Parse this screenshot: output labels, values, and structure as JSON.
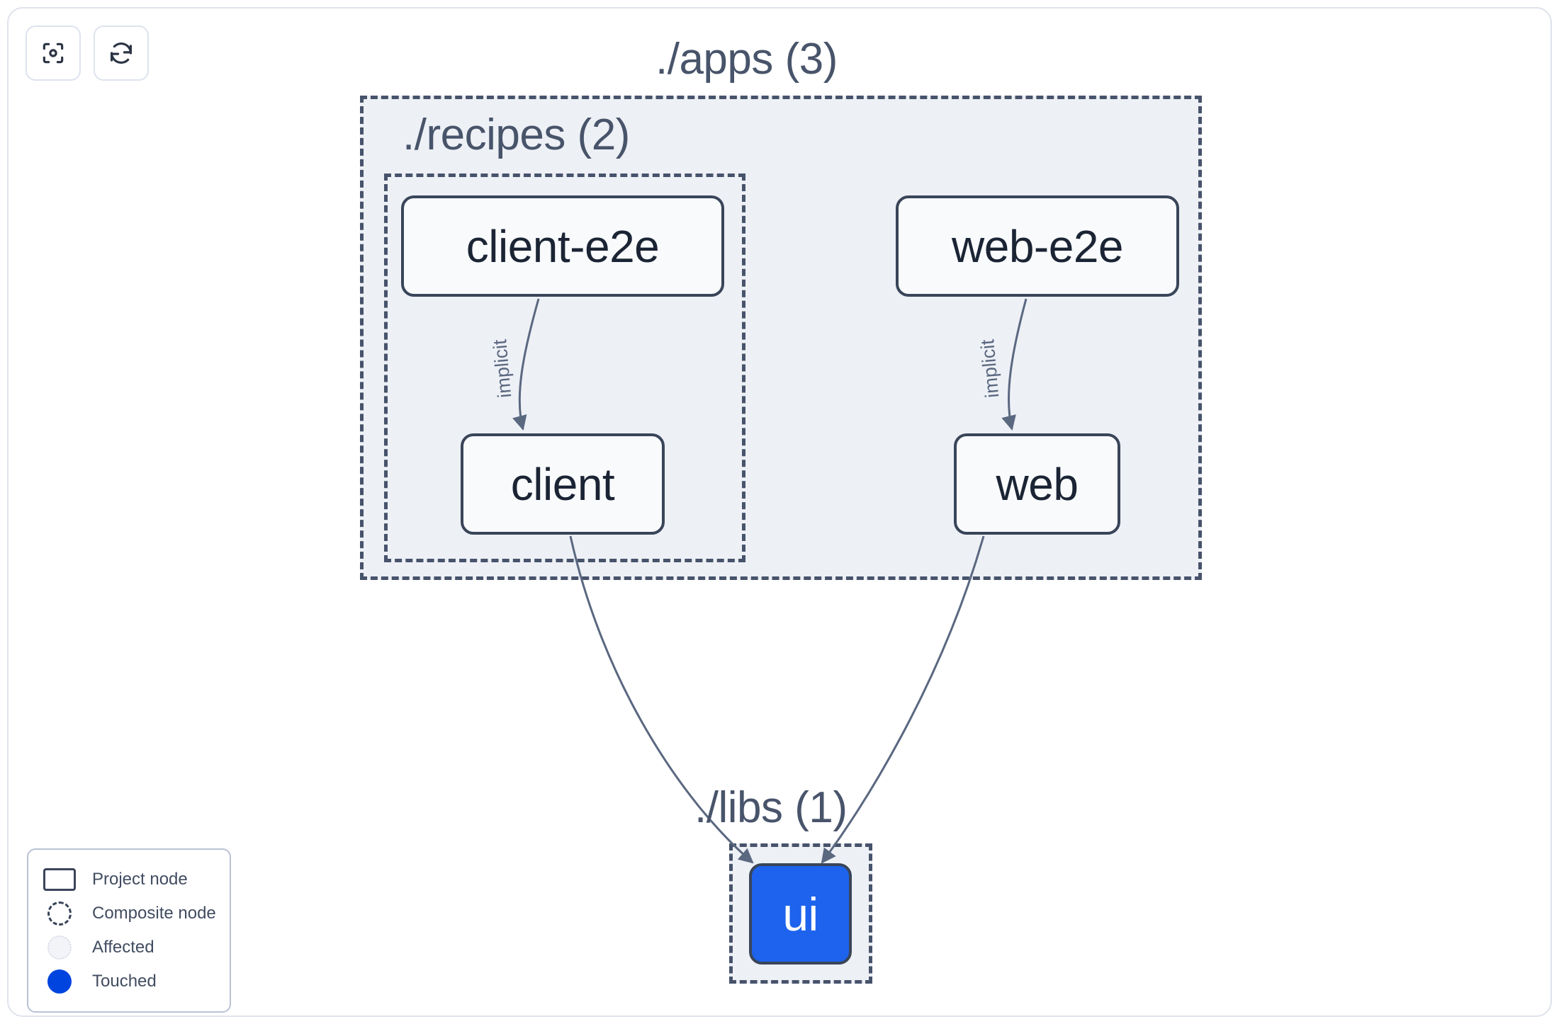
{
  "toolbar": {
    "buttons": [
      {
        "name": "focus-icon",
        "title": "Focus graph"
      },
      {
        "name": "refresh-icon",
        "title": "Refresh graph"
      }
    ]
  },
  "graph": {
    "groups": [
      {
        "id": "apps",
        "label": "./apps (3)",
        "count": 3,
        "kind": "composite"
      },
      {
        "id": "recipes",
        "label": "./recipes (2)",
        "count": 2,
        "kind": "composite"
      },
      {
        "id": "libs",
        "label": "./libs (1)",
        "count": 1,
        "kind": "composite"
      }
    ],
    "nodes": [
      {
        "id": "client-e2e",
        "label": "client-e2e",
        "group": "recipes",
        "state": "normal"
      },
      {
        "id": "client",
        "label": "client",
        "group": "recipes",
        "state": "normal"
      },
      {
        "id": "web-e2e",
        "label": "web-e2e",
        "group": "apps",
        "state": "normal"
      },
      {
        "id": "web",
        "label": "web",
        "group": "apps",
        "state": "normal"
      },
      {
        "id": "ui",
        "label": "ui",
        "group": "libs",
        "state": "touched"
      }
    ],
    "edges": [
      {
        "from": "client-e2e",
        "to": "client",
        "label": "implicit"
      },
      {
        "from": "web-e2e",
        "to": "web",
        "label": "implicit"
      },
      {
        "from": "client",
        "to": "ui",
        "label": ""
      },
      {
        "from": "web",
        "to": "ui",
        "label": ""
      }
    ]
  },
  "legend": {
    "items": [
      {
        "swatch": "project",
        "label": "Project node"
      },
      {
        "swatch": "composite",
        "label": "Composite node"
      },
      {
        "swatch": "affected",
        "label": "Affected"
      },
      {
        "swatch": "touched",
        "label": "Touched"
      }
    ]
  },
  "colors": {
    "touched": "#0044e0",
    "node_touched_fill": "#1d63ed",
    "node_border": "#394559",
    "group_fill": "#edf0f5",
    "group_border": "#47536b",
    "edge": "#5a6880",
    "frame_border": "#dfe3ec",
    "background": "#ffffff"
  }
}
